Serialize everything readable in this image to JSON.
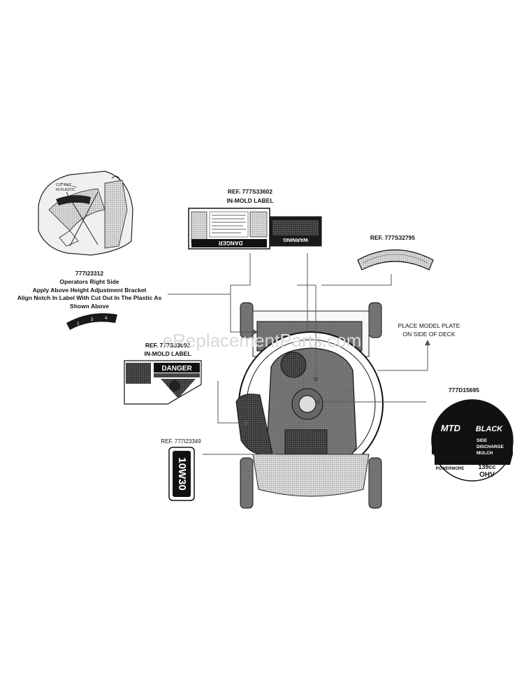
{
  "watermark": "eReplacementParts.com",
  "bracket": {
    "small_text_1": "CUT OUT",
    "small_text_2": "IN PLASTIC",
    "part_number": "777I23312",
    "note_lines": [
      "Operators Right Side",
      "Apply Above Height Adjustment Bracket",
      "Align Notch In Label With Cut Out In The Plastic As",
      "Shown Above"
    ],
    "scale_marks": [
      "2",
      "3",
      "4"
    ]
  },
  "in_mold_label_top": {
    "ref": "REF. 777S33602",
    "title": "IN-MOLD LABEL",
    "danger": "DANGER",
    "warning": "WARNING"
  },
  "rear_label": {
    "ref": "REF. 777S32795"
  },
  "model_plate_note": [
    "PLACE MODEL PLATE",
    "ON SIDE OF DECK"
  ],
  "in_mold_label_left": {
    "ref": "REF. 777S33603",
    "title": "IN-MOLD LABEL",
    "danger": "DANGER"
  },
  "oil_label": {
    "ref": "REF. 777I23349",
    "text": "10W30"
  },
  "engine_label": {
    "part_number": "777D15695",
    "brand_1": "MTD",
    "brand_2": "BLACK",
    "line_1": "SIDE",
    "line_2": "DISCHARGE",
    "line_3": "MULCH",
    "engine_brand": "POWERMORE",
    "displacement": "139cc",
    "type": "OHV"
  },
  "colors": {
    "ink": "#111111",
    "shade": "#555555",
    "light": "#bdbdbd",
    "watermark": "#d9d9d9"
  }
}
